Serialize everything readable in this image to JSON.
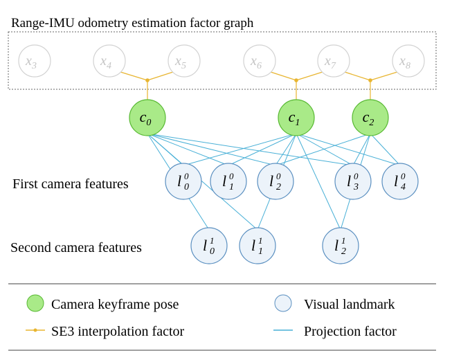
{
  "title": "Range-IMU odometry estimation factor graph",
  "states": [
    {
      "var": "x",
      "idx": "3"
    },
    {
      "var": "x",
      "idx": "4"
    },
    {
      "var": "x",
      "idx": "5"
    },
    {
      "var": "x",
      "idx": "6"
    },
    {
      "var": "x",
      "idx": "7"
    },
    {
      "var": "x",
      "idx": "8"
    }
  ],
  "keyframes": [
    {
      "var": "c",
      "idx": "0"
    },
    {
      "var": "c",
      "idx": "1"
    },
    {
      "var": "c",
      "idx": "2"
    }
  ],
  "row_labels": {
    "first": "First camera features",
    "second": "Second camera features"
  },
  "first_features": [
    {
      "var": "l",
      "sub": "0",
      "sup": "0"
    },
    {
      "var": "l",
      "sub": "1",
      "sup": "0"
    },
    {
      "var": "l",
      "sub": "2",
      "sup": "0"
    },
    {
      "var": "l",
      "sub": "3",
      "sup": "0"
    },
    {
      "var": "l",
      "sub": "4",
      "sup": "0"
    }
  ],
  "second_features": [
    {
      "var": "l",
      "sub": "0",
      "sup": "1"
    },
    {
      "var": "l",
      "sub": "1",
      "sup": "1"
    },
    {
      "var": "l",
      "sub": "2",
      "sup": "1"
    }
  ],
  "legend": {
    "keyframe": "Camera keyframe pose",
    "landmark": "Visual landmark",
    "interpolation": "SE3 interpolation factor",
    "projection": "Projection factor"
  },
  "colors": {
    "keyframe_fill": "#a9ea88",
    "keyframe_stroke": "#57b832",
    "landmark_fill": "#ecf3fa",
    "landmark_stroke": "#5a8fc0",
    "interp": "#e8b530",
    "projection": "#47afd6",
    "ghost": "#d2d2d2"
  }
}
